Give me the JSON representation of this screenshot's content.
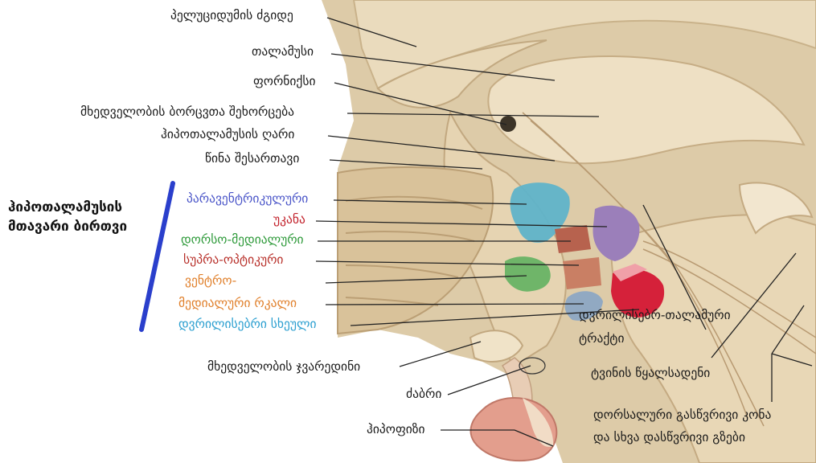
{
  "group_heading": {
    "line1": "ჰიპოთალამუსის",
    "line2": "მთავარი ბირთვი"
  },
  "labels": {
    "pellucidum": "პელუციდუმის ძგიდე",
    "thalamus": "თალამუსი",
    "fornix": "ფორნიქსი",
    "optic_recess": "მხედველობის ბორცვთა შეხორცება",
    "hypothalamic_sulcus": "ჰიპოთალამუსის ღარი",
    "anterior_commissure": "წინა შესართავი",
    "optic_chiasm": "მხედველობის ჯვარედინი",
    "infundibulum": "ძაბრი",
    "hypophysis": "ჰიპოფიზი",
    "mammillothalamic_1": "დვრილისებრ-თალამური",
    "mammillothalamic_2": "ტრაქტი",
    "cerebral_aqueduct": "ტვინის წყალსადენი",
    "dorsal_1": "დორსალური გასწვრივი კონა",
    "dorsal_2": "და სხვა დასწვრივი გზები"
  },
  "nuclei": {
    "paraventricular": "პარავენტრიკულური",
    "posterior": "უკანა",
    "dorsomedial": "დორსო-მედიალური",
    "supraoptic": "სუპრა-ოპტიკური",
    "ventromedial_1": "ვენტრო-",
    "ventromedial_2": "მედიალური რკალი",
    "mammillary": "დვრილისებრი სხეული"
  },
  "colors": {
    "paraventricular": "#4a55c8",
    "posterior": "#c2202a",
    "dorsomedial": "#2e9a3a",
    "supraoptic": "#b8302a",
    "ventromedial": "#e07f2a",
    "mammillary": "#2b9fd0",
    "heading_bar": "#2a3fcc"
  }
}
